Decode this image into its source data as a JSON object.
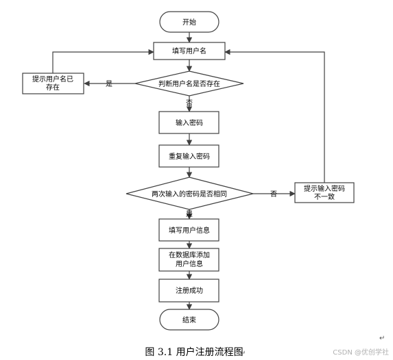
{
  "flowchart": {
    "nodes": {
      "start": "开始",
      "fill_username": "填写用户名",
      "check_username": "判断用户名是否存在",
      "prompt_exists_line1": "提示用户名已",
      "prompt_exists_line2": "存在",
      "enter_password": "输入密码",
      "repeat_password": "重复输入密码",
      "compare_passwords": "两次输入的密码是否相同",
      "prompt_mismatch_line1": "提示输入密码",
      "prompt_mismatch_line2": "不一致",
      "fill_user_info": "填写用户信息",
      "db_add_line1": "在数据库添加",
      "db_add_line2": "用户信息",
      "register_success": "注册成功",
      "end": "结束"
    },
    "edge_labels": {
      "exists_yes": "是",
      "exists_no": "否",
      "same_no": "否",
      "same_yes": "是"
    }
  },
  "caption": "图 3.1 用户注册流程图",
  "paragraph_mark": "↵",
  "watermark": "CSDN @优创学社"
}
